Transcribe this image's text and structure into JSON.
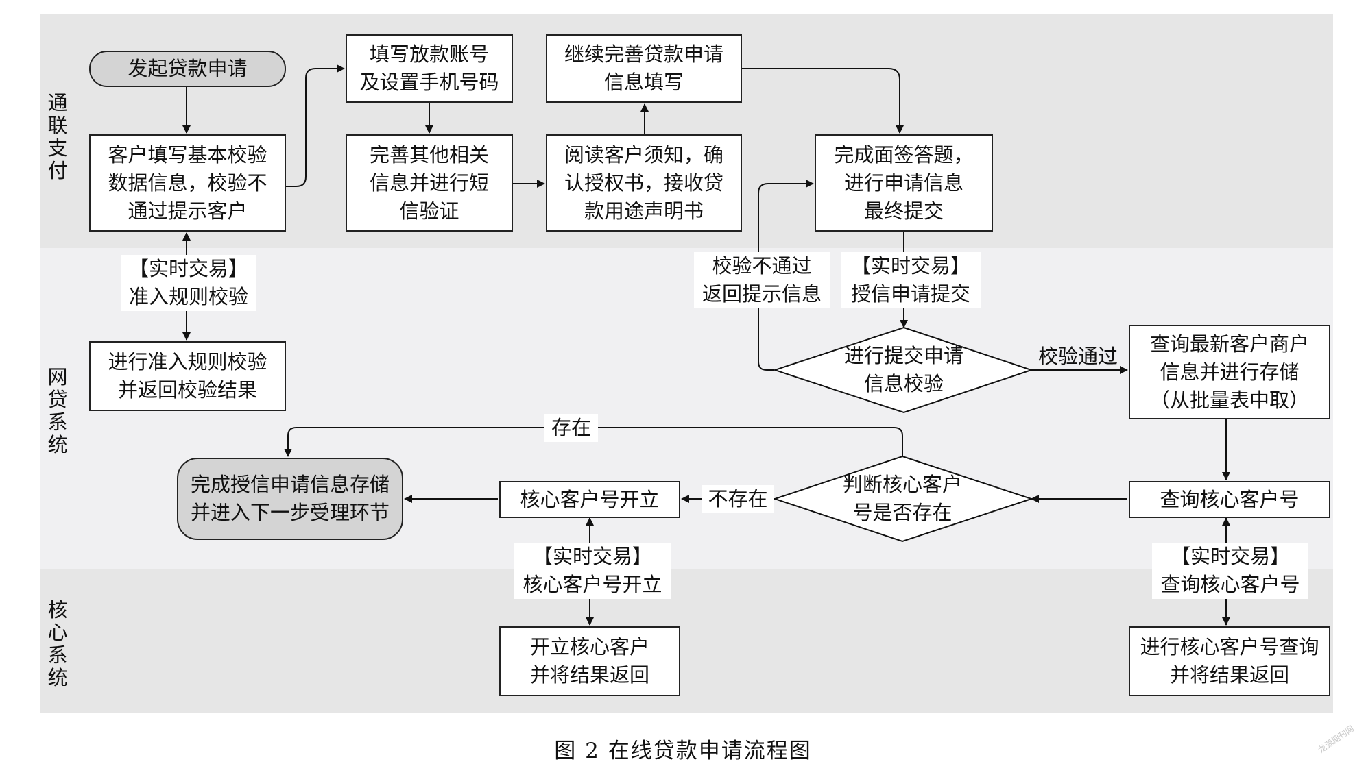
{
  "lanes": [
    {
      "label": "通联支付"
    },
    {
      "label": "网贷系统"
    },
    {
      "label": "核心系统"
    }
  ],
  "colors": {
    "lane_top": "#e6e6e6",
    "lane_mid": "#f0f0f2",
    "lane_bottom": "#e6e6e6",
    "terminal_fill": "#d4d4d4"
  },
  "nodes": {
    "start": "发起贷款申请",
    "fill_basic": "客户填写基本校验\n数据信息，校验不\n通过提示客户",
    "fill_account": "填写放款账号\n及设置手机号码",
    "complete_other": "完善其他相关\n信息并进行短\n信验证",
    "read_notice": "阅读客户须知，确\n认授权书，接收贷\n款用途声明书",
    "continue_apply": "继续完善贷款申请\n信息填写",
    "face_sign": "完成面签答题，\n进行申请信息\n最终提交",
    "admit_check": "进行准入规则校验\n并返回校验结果",
    "submit_check": "进行提交申请\n信息校验",
    "query_merchant": "查询最新客户商户\n信息并进行存储\n（从批量表中取）",
    "judge_core": "判断核心客户\n号是否存在",
    "query_core": "查询核心客户号",
    "open_core": "核心客户号开立",
    "finish": "完成授信申请信息存储\n并进入下一步受理环节",
    "core_open": "开立核心客户\n并将结果返回",
    "core_query": "进行核心客户号查询\n并将结果返回"
  },
  "edge_labels": {
    "admit": "【实时交易】\n准入规则校验",
    "submit": "【实时交易】\n授信申请提交",
    "fail": "校验不通过\n返回提示信息",
    "pass": "校验通过",
    "exists": "存在",
    "not_exists": "不存在",
    "open_rt": "【实时交易】\n核心客户号开立",
    "query_rt": "【实时交易】\n查询核心客户号"
  },
  "caption": "图 2   在线贷款申请流程图",
  "watermark": "龙源期刊网"
}
